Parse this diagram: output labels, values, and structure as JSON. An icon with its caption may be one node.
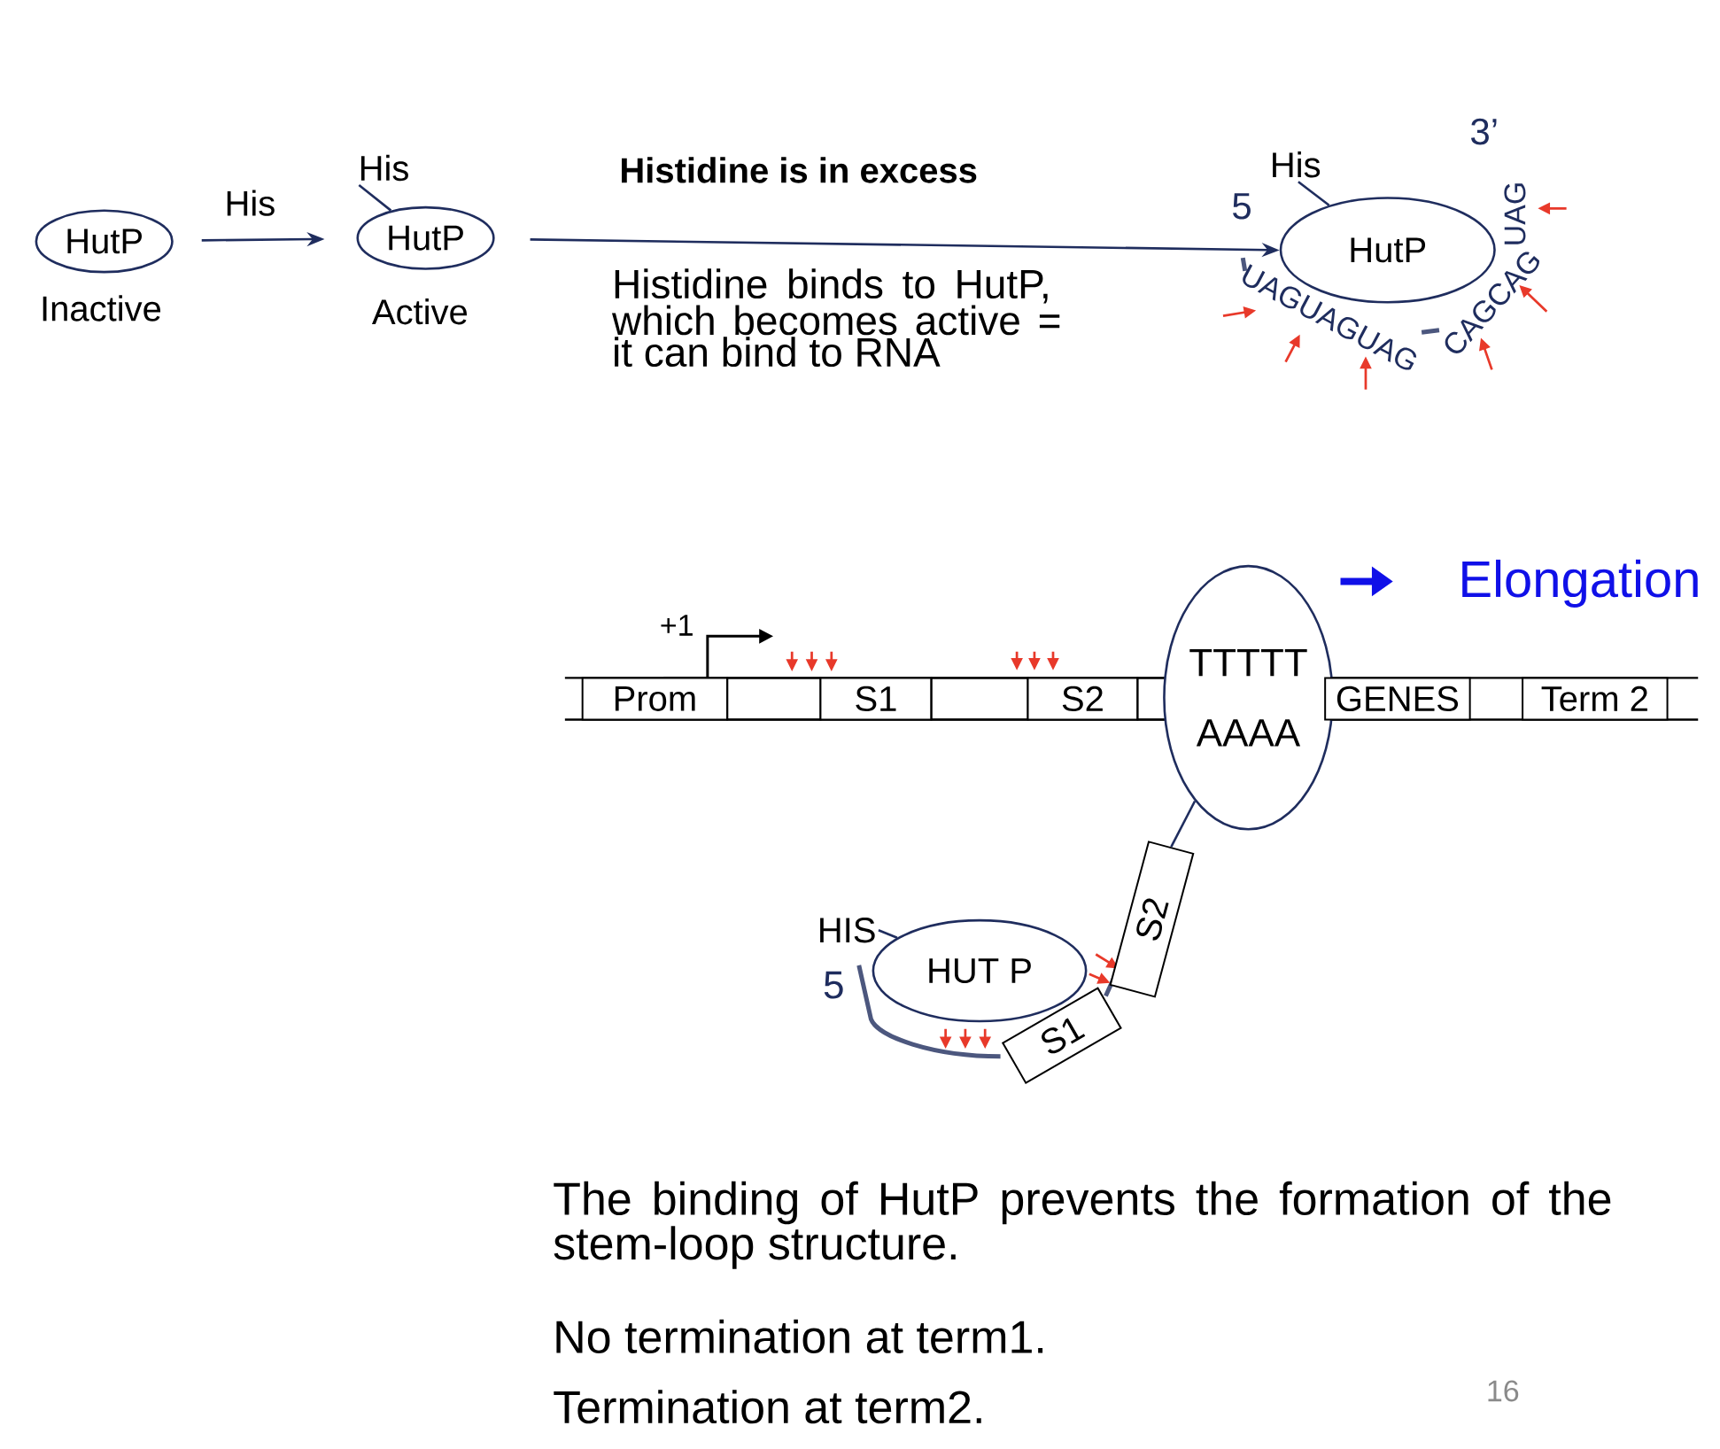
{
  "diagram": {
    "nodes": [
      {
        "text": [
          "HutP"
        ],
        "beside": [
          "Inactive"
        ]
      },
      {
        "text": [
          "HutP"
        ],
        "beside": [
          "Active"
        ]
      },
      {
        "text": [
          "His"
        ]
      },
      {
        "text": [
          "HutP"
        ]
      },
      {
        "text": [
          "His"
        ]
      },
      {
        "text": [
          "Prom"
        ]
      },
      {
        "text": [],
        "shape": "box"
      },
      {
        "text": [
          "S1"
        ]
      },
      {
        "text": [],
        "shape": "box"
      },
      {
        "text": [
          "S2"
        ]
      },
      {
        "text": [],
        "shape": "box"
      },
      {
        "text": [
          "TTTTT",
          "AAAA"
        ]
      },
      {
        "text": [
          "GENES"
        ]
      },
      {
        "text": [
          "Term 2"
        ]
      },
      {
        "text": [
          "HIS"
        ]
      },
      {
        "text": [
          "HUT P"
        ]
      },
      {
        "text": [
          "S1"
        ]
      },
      {
        "text": [
          "S2"
        ]
      }
    ],
    "edges": [
      {
        "from": 0,
        "to": 1,
        "arrow": "to",
        "label": "His"
      },
      {
        "from": 1,
        "to": 3,
        "arrow": "to",
        "label": "Histidine is in excess"
      },
      {
        "from": 2,
        "to": 1,
        "arrow": "none"
      },
      {
        "from": 4,
        "to": 3,
        "arrow": "none"
      },
      {
        "from": 14,
        "to": 15,
        "arrow": "none"
      },
      {
        "from": 17,
        "to": 11,
        "arrow": "none"
      }
    ],
    "labels": [
      "Histidine binds to HutP, which becomes active = it can bind to RNA",
      "3’",
      "5",
      "UAGUAGUAG",
      "CAGCAG",
      "UAG",
      "Elongation",
      "+1",
      "5",
      "The binding of HutP prevents the formation of the stem-loop structure.",
      "No termination at term1.",
      "Termination at term2.",
      "16"
    ]
  }
}
